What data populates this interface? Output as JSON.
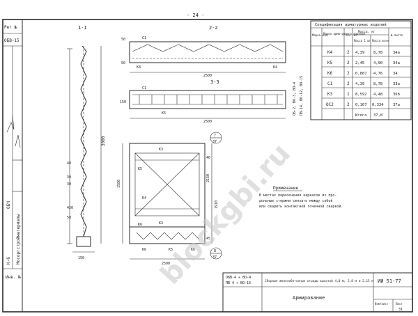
{
  "sheet": {
    "page_number": "- 24 -",
    "sheet_label": "Лист",
    "sheet_no": "31",
    "series": "ИИ 51-77",
    "drawing_title": "Сборные железобетонные ограды высотой 4,0 м; 2,8 м и 2,15 м",
    "section_title": "Армирование",
    "marks_line1": "ОБВ-4 ÷ ВО-4",
    "marks_line2": "ПВ-4 ÷ ВО-15",
    "izm": "Изм/лист",
    "left_strip": [
      "Рег №",
      "ОБВ-15",
      "К-6",
      "Мосоргстройматериалы",
      "ОБЧ",
      "Инв. №"
    ],
    "watermark": "blockgbi.ru"
  },
  "views": {
    "v11": "1-1",
    "v22": "2-2",
    "v33": "3-3",
    "marks_left": [
      "40",
      "30",
      "30",
      "50",
      "450",
      "150"
    ],
    "dim_3000": "3000",
    "dim_2500a": "2500",
    "dim_2500b": "2500",
    "dim_2500c": "2500",
    "dim_150": "150",
    "labels_22": [
      "С1",
      "К4",
      "К4",
      "50",
      "50"
    ],
    "labels_33": [
      "С1",
      "К5",
      "150"
    ],
    "labels_plan": [
      "К3",
      "К5",
      "К4",
      "К6",
      "К3",
      "К6",
      "К5",
      "К6"
    ],
    "plan_dims": [
      "1580",
      "2150",
      "1910",
      "40",
      "45"
    ],
    "callout_top": [
      "7",
      "37"
    ],
    "callout_bot": [
      "8",
      "37"
    ],
    "note_title": "Примечание",
    "note_text": [
      "В местах пересечения каркасов их про-",
      "дольные стержни связать между собой",
      "или сварить контактной точечной сваркой."
    ],
    "mesh_marks_vertical": [
      "ОБ-2, ВО-3, ВО-4",
      "ПВ-14, ВО-12, ВО-15"
    ]
  },
  "table": {
    "title": "Спецификация арматурных изделий",
    "headers": [
      "Марка изд.",
      "Марка арматурного изделия",
      "Кол. шт",
      "Масса 1 шт",
      "Масса всех",
      "№ листа"
    ],
    "header_group": "Масса, кг",
    "rows": [
      {
        "mark": "К4",
        "qty": "2",
        "m1": "4,39",
        "mall": "8,78",
        "sheet": "34а"
      },
      {
        "mark": "К5",
        "qty": "2",
        "m1": "2,45",
        "mall": "4,90",
        "sheet": "34а"
      },
      {
        "mark": "К6",
        "qty": "2",
        "m1": "0,887",
        "mall": "4,76",
        "sheet": "34"
      },
      {
        "mark": "С1",
        "qty": "2",
        "m1": "4,39",
        "mall": "8,78",
        "sheet": "33а"
      },
      {
        "mark": "К3",
        "qty": "1",
        "m1": "8,592",
        "mall": "4,48",
        "sheet": "36б"
      },
      {
        "mark": "ОС2",
        "qty": "2",
        "m1": "0,167",
        "mall": "0,334",
        "sheet": "37а"
      }
    ],
    "total_label": "Итого",
    "total_value": "37,8"
  }
}
